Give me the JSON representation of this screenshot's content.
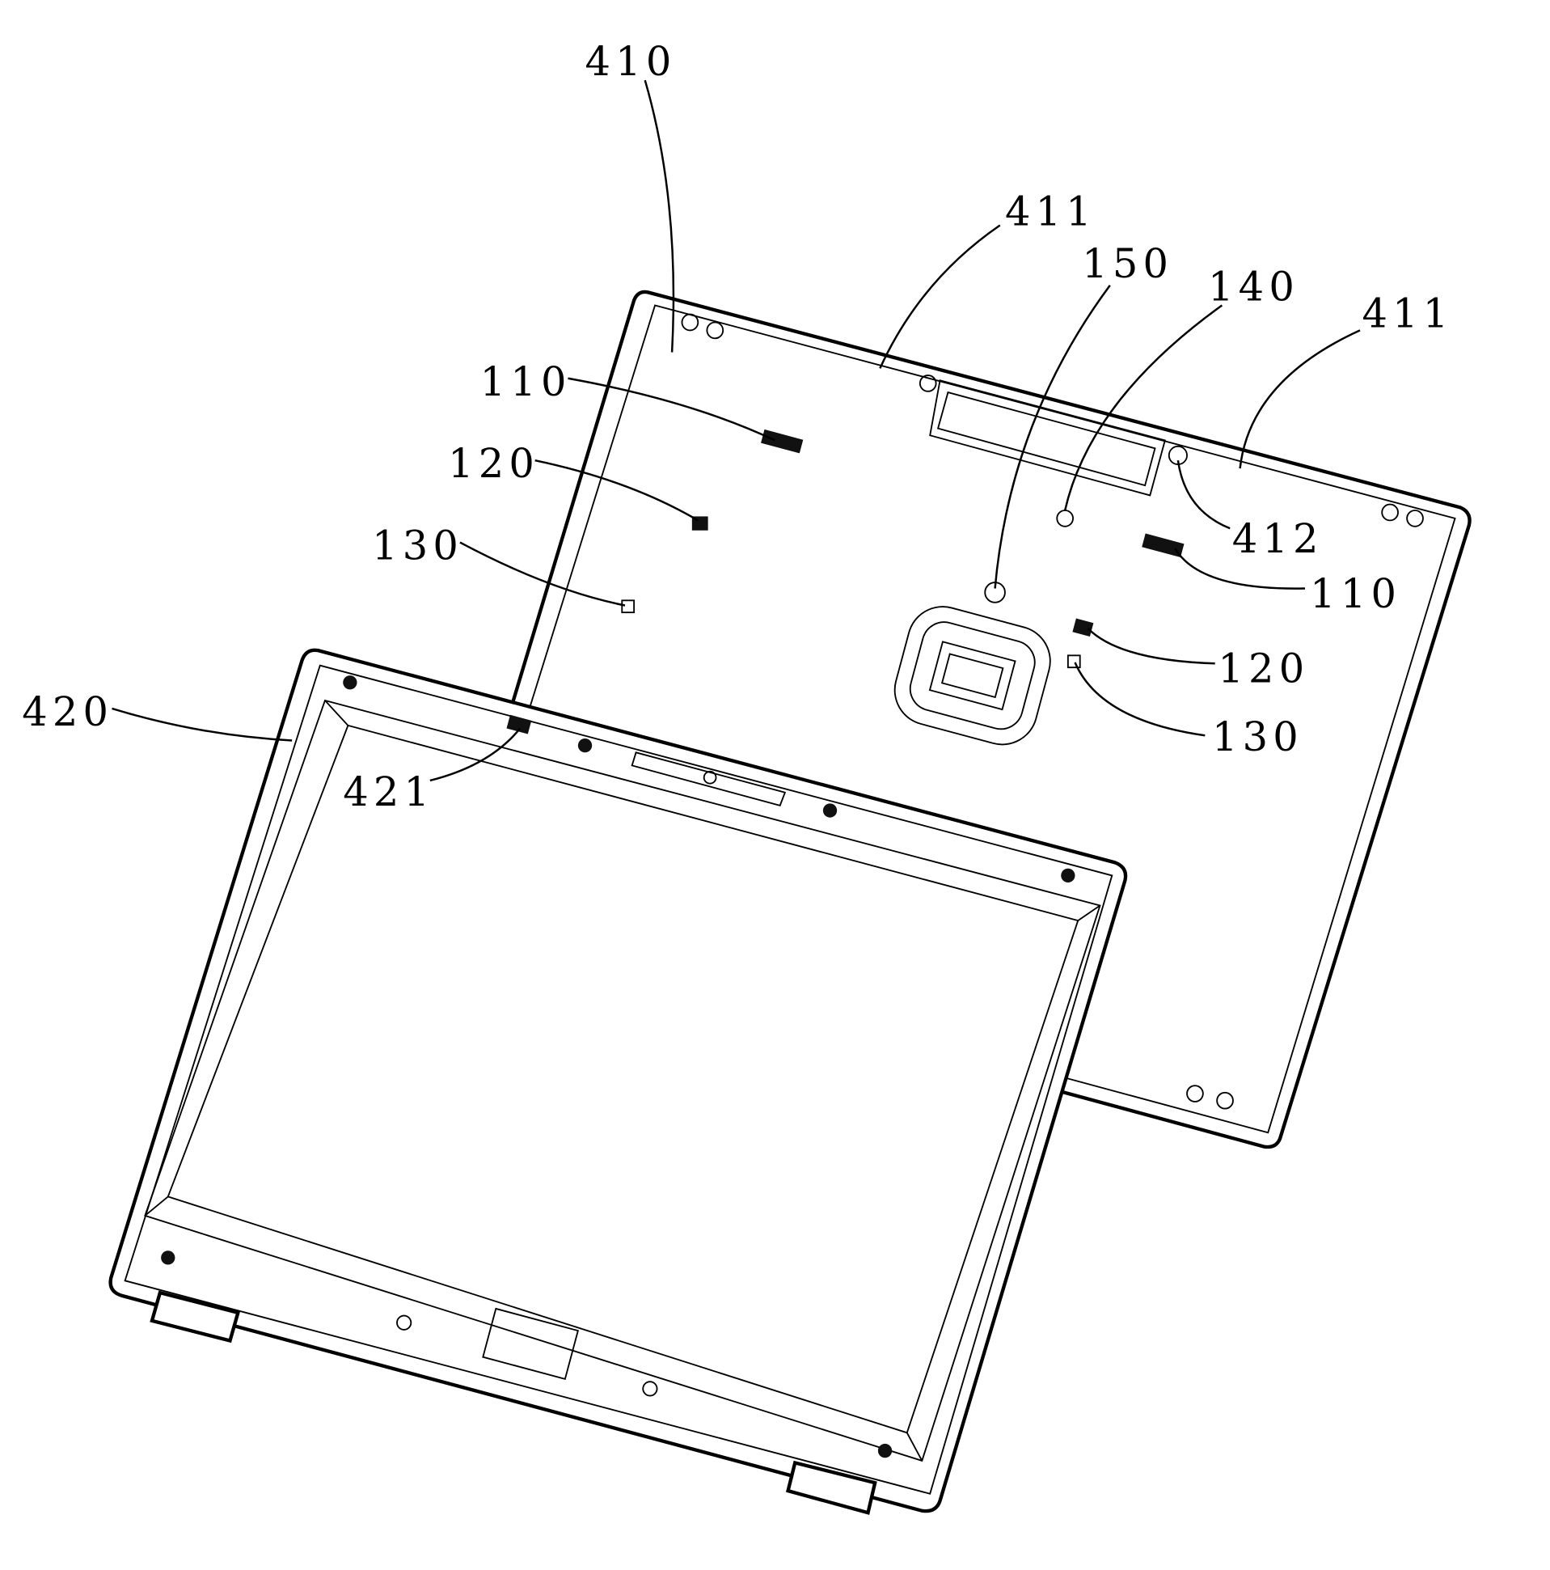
{
  "figure": {
    "labels": {
      "back_cover": "410",
      "rim_left": "411",
      "rim_right": "411",
      "part_150": "150",
      "part_140": "140",
      "part_412": "412",
      "part_110_left": "110",
      "part_110_right": "110",
      "part_120_left": "120",
      "part_120_right": "120",
      "part_130_left": "130",
      "part_130_right": "130",
      "front_bezel": "420",
      "bezel_clip": "421"
    },
    "colors": {
      "ink": "#000000",
      "background": "#ffffff"
    }
  }
}
